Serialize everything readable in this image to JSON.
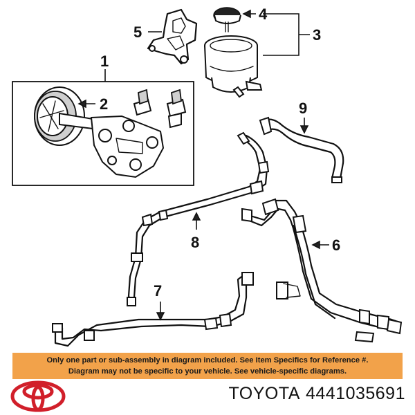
{
  "callouts": [
    "1",
    "2",
    "3",
    "4",
    "5",
    "6",
    "7",
    "8",
    "9"
  ],
  "disclaimer": {
    "line1": "Only one part or sub-assembly in diagram included. See Item Specifics for Reference #.",
    "line2": "Diagram may not be specific to your vehicle. See vehicle-specific diagrams."
  },
  "footer": {
    "brand": "TOYOTA",
    "part_number": "4441035691",
    "logo": "toyota-logo"
  },
  "colors": {
    "banner": "#f2a24a",
    "logo_red": "#d11f2a",
    "ink": "#111111"
  }
}
